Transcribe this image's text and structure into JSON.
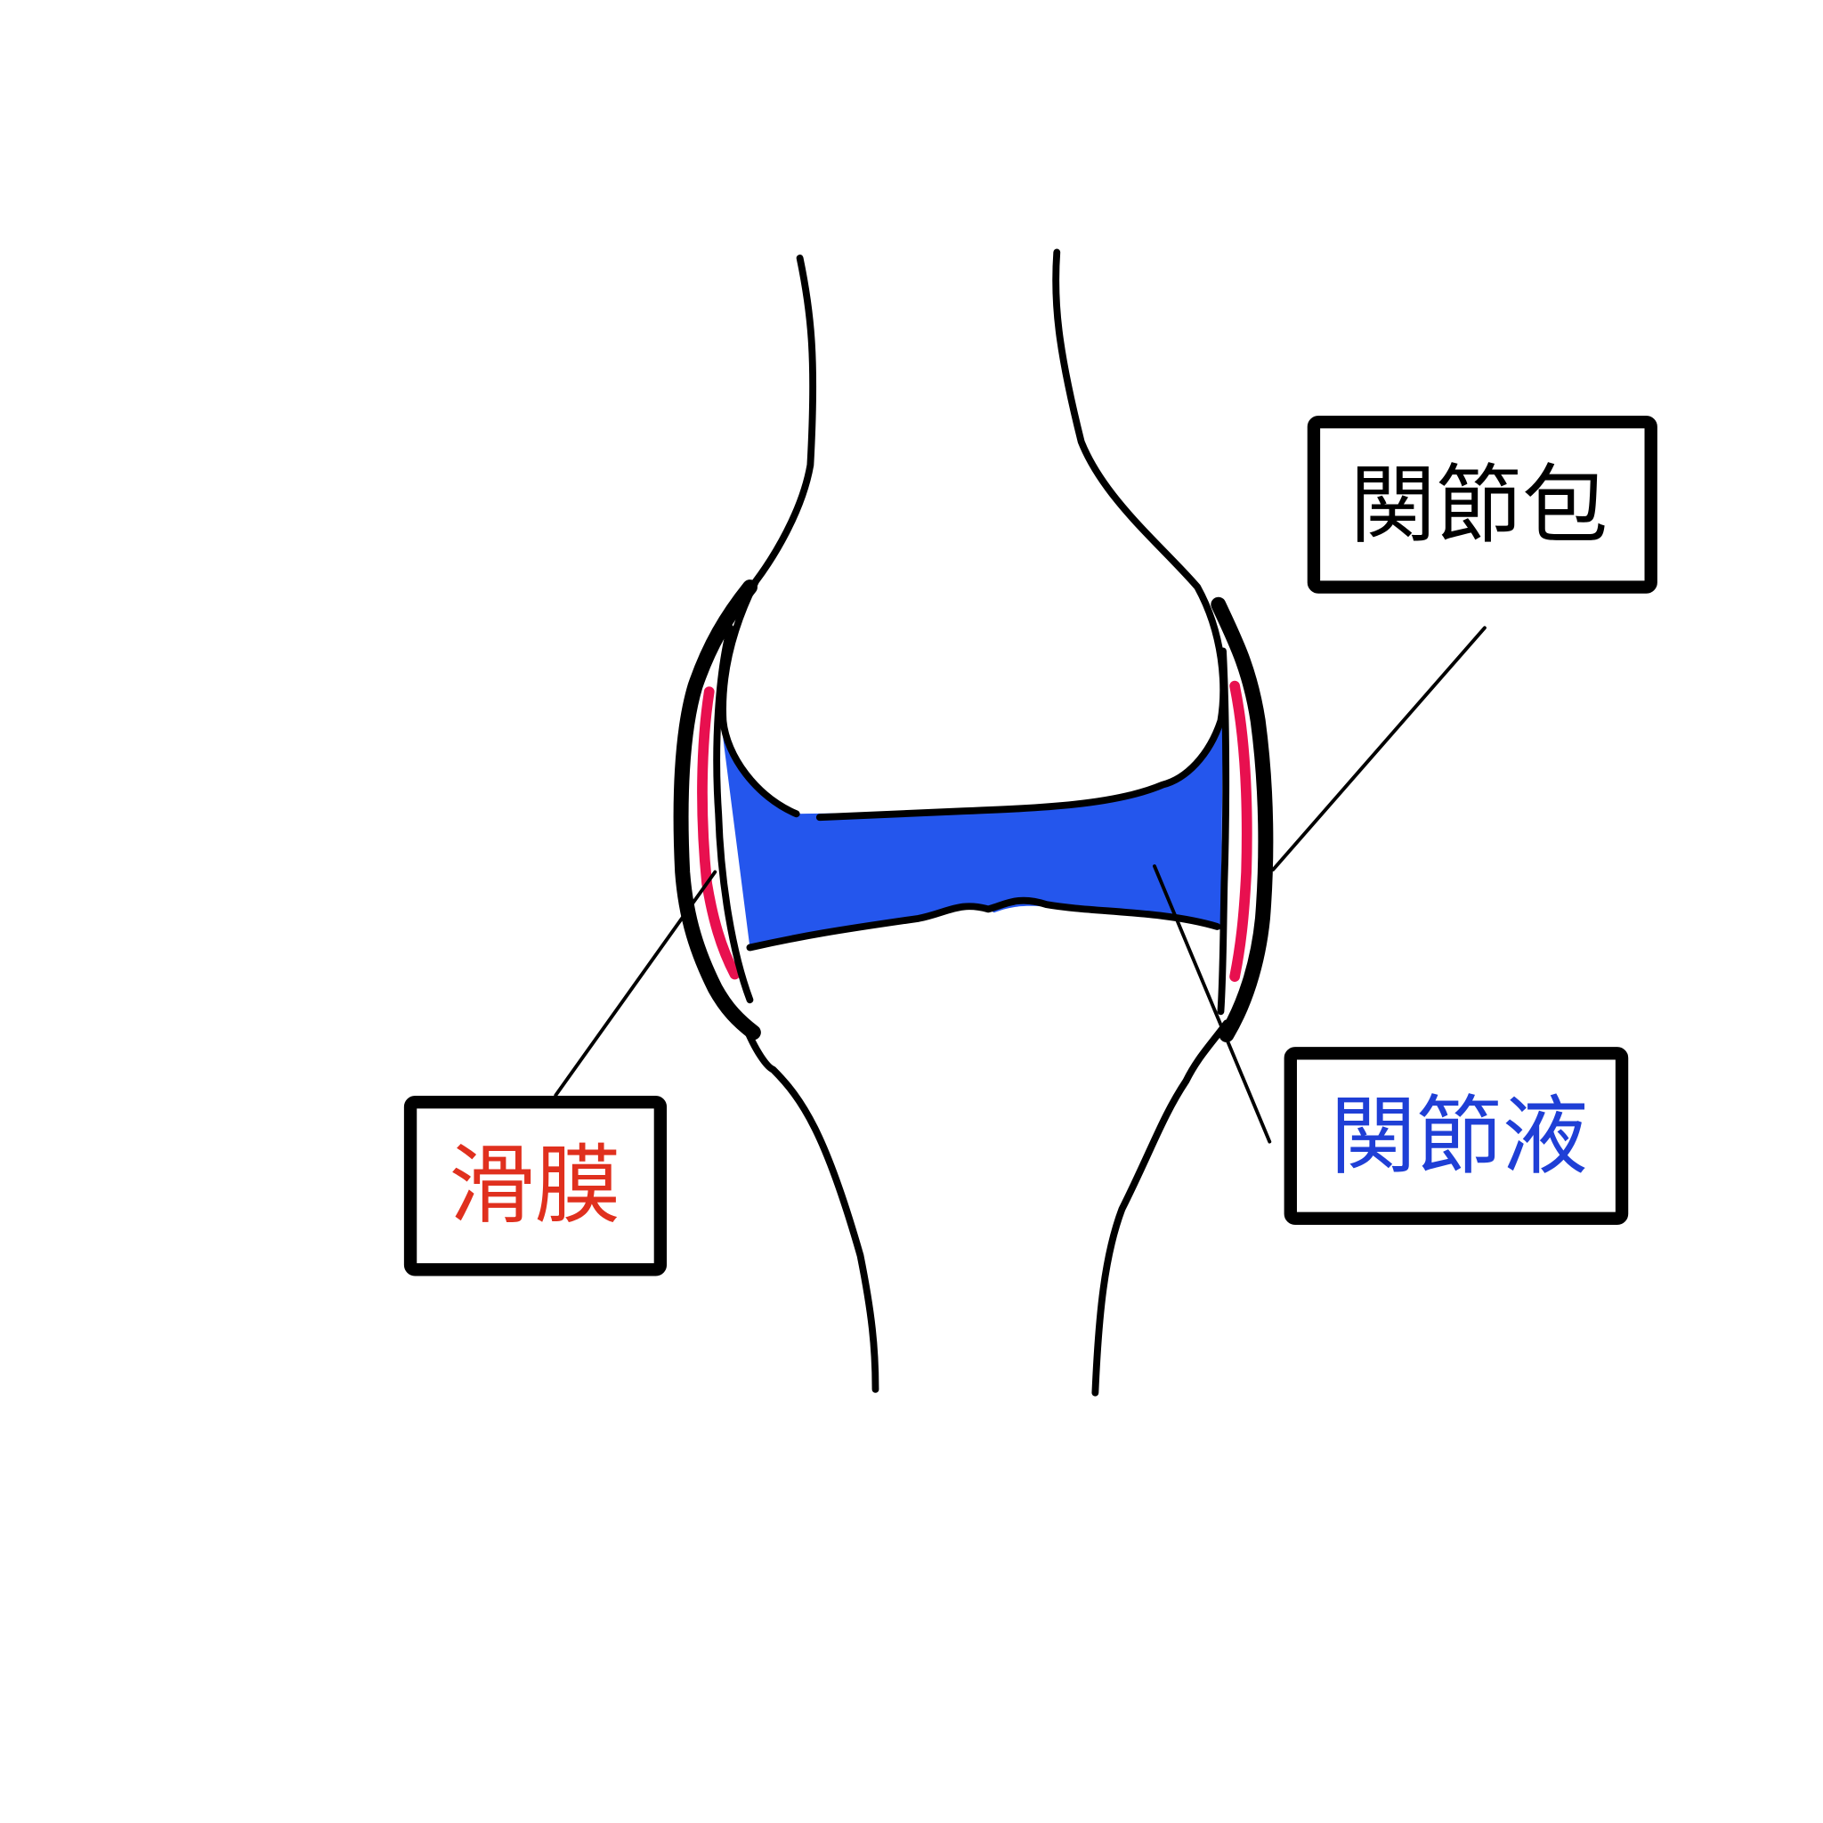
{
  "labels": {
    "capsule": "関節包",
    "fluid": "関節液",
    "synovium": "滑膜"
  },
  "colors": {
    "outline": "#000000",
    "fluid": "#2456ed",
    "synovium": "#e8104f",
    "synovium_text": "#e0301e",
    "fluid_text": "#1f3fd6",
    "capsule_text": "#000000"
  }
}
